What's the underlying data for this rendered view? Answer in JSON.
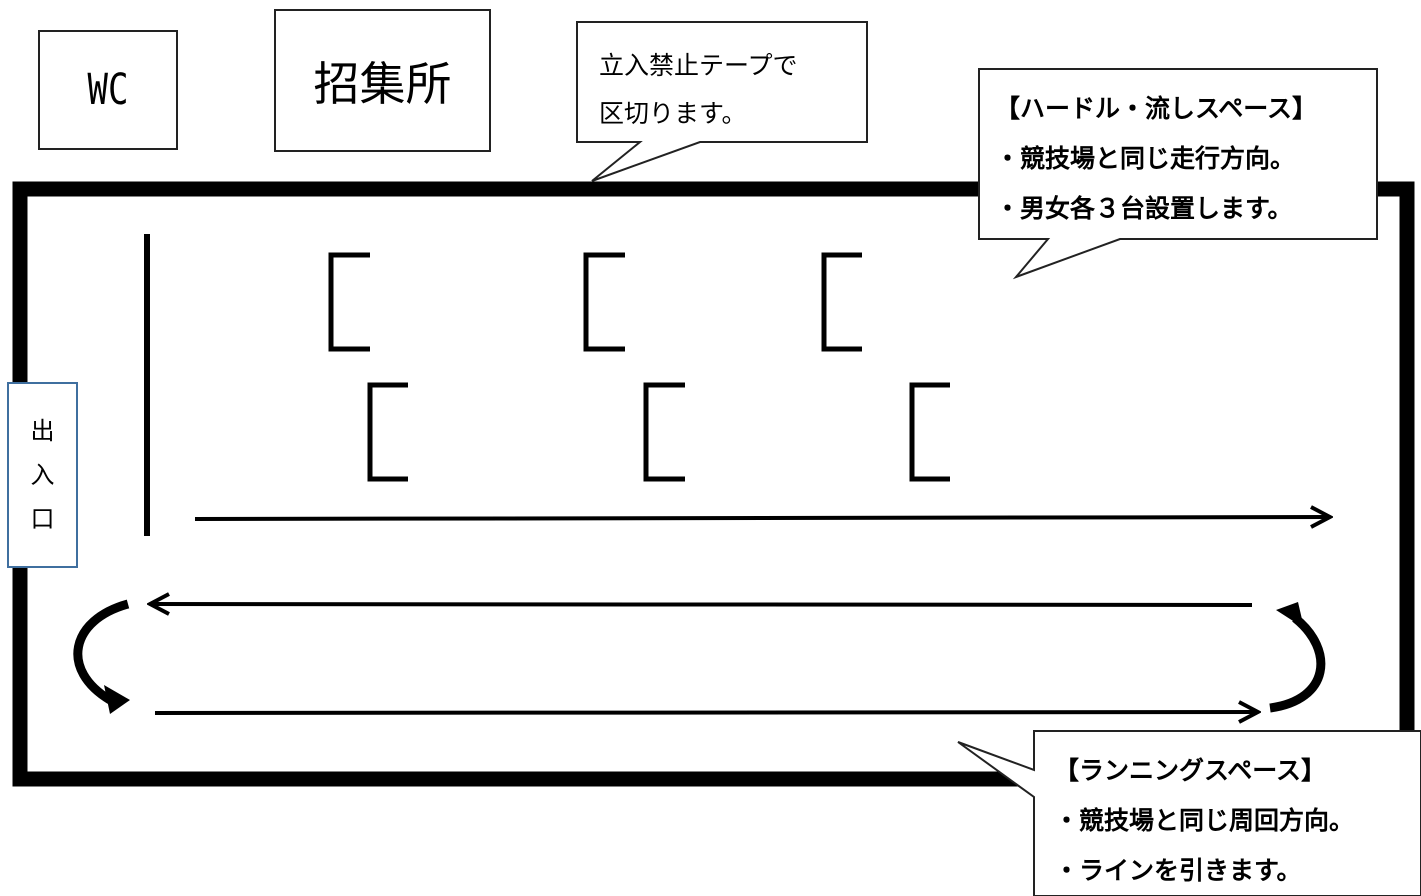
{
  "labels": {
    "wc": "WC",
    "assembly": "招集所",
    "entrance": [
      "出",
      "入",
      "口"
    ]
  },
  "callouts": {
    "tape": [
      "立入禁止テープで",
      "区切ります。"
    ],
    "hurdle": [
      "【ハードル・流しスペース】",
      "・競技場と同じ走行方向。",
      "・男女各３台設置します。"
    ],
    "running": [
      "【ランニングスペース】",
      "・競技場と同じ周回方向。",
      "・ラインを引きます。"
    ]
  }
}
